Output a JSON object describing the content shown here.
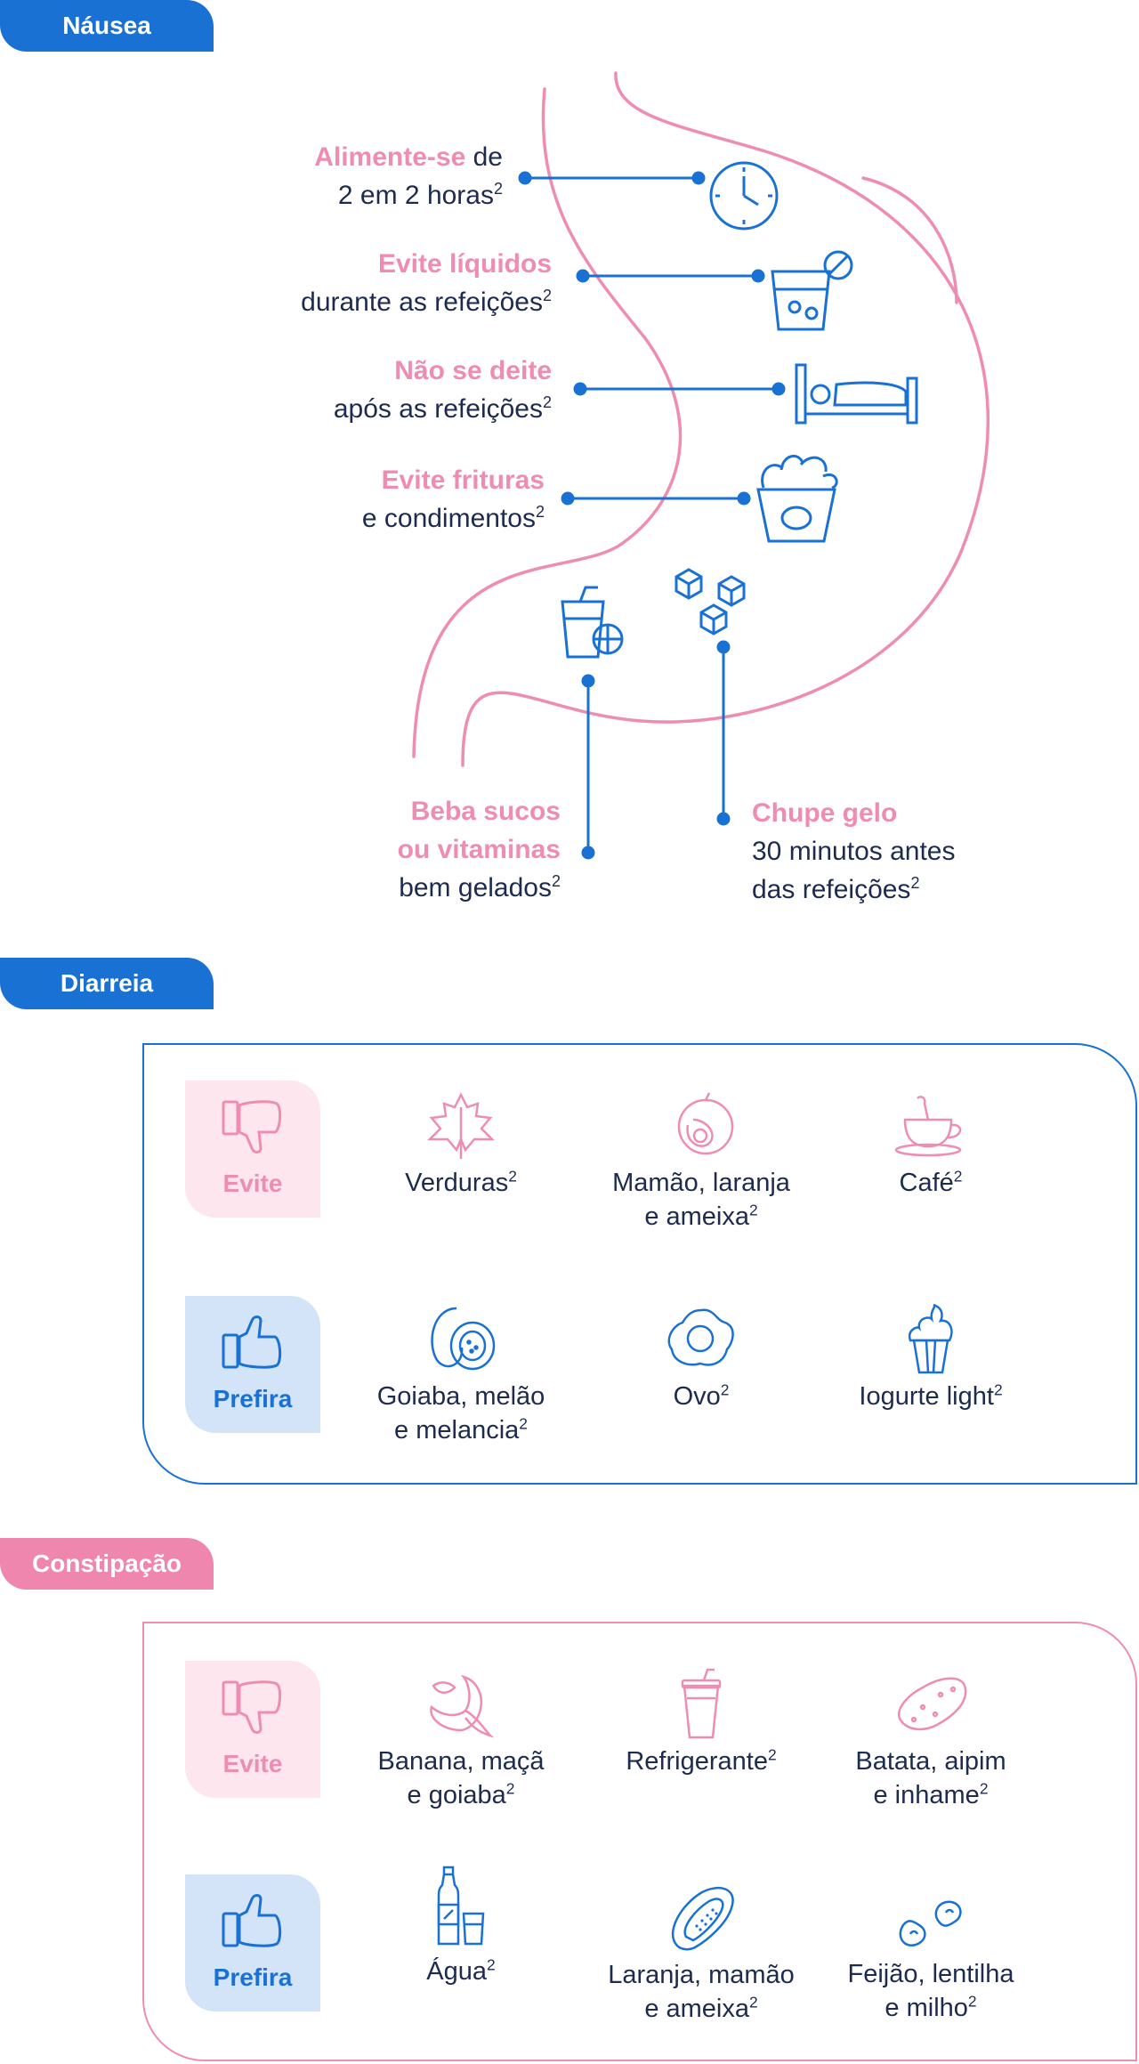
{
  "colors": {
    "blue": "#1971d4",
    "pink": "#ef8cb2",
    "navy": "#1d2b4f"
  },
  "nausea": {
    "tab": "Náusea",
    "tips": [
      {
        "highlight": "Alimente-se",
        "after_highlight": " de",
        "line2": "2 em 2 horas",
        "sup": "2",
        "icon": "clock-icon"
      },
      {
        "highlight": "Evite líquidos",
        "line2": "durante as refeições",
        "sup": "2",
        "icon": "drink-glass-icon"
      },
      {
        "highlight": "Não se deite",
        "line2": "após as refeições",
        "sup": "2",
        "icon": "bed-icon"
      },
      {
        "highlight": "Evite frituras",
        "line2": "e condimentos",
        "sup": "2",
        "icon": "fried-chicken-bucket-icon"
      }
    ],
    "bottom_tips": [
      {
        "highlight1": "Beba sucos",
        "highlight2": "ou vitaminas",
        "line3": "bem gelados",
        "sup": "2",
        "icon": "juice-glass-icon"
      },
      {
        "highlight": "Chupe gelo",
        "line2": "30 minutos antes",
        "line3": "das refeições",
        "sup": "2",
        "icon": "ice-cubes-icon"
      }
    ]
  },
  "diarreia": {
    "tab": "Diarreia",
    "evite_label": "Evite",
    "prefira_label": "Prefira",
    "evite_items": [
      {
        "line1": "Verduras",
        "line2": "",
        "sup": "2",
        "icon": "leaf-icon"
      },
      {
        "line1": "Mamão, laranja",
        "line2": "e ameixa",
        "sup": "2",
        "icon": "plum-icon"
      },
      {
        "line1": "Café",
        "line2": "",
        "sup": "2",
        "icon": "coffee-cup-icon"
      }
    ],
    "prefira_items": [
      {
        "line1": "Goiaba, melão",
        "line2": "e melancia",
        "sup": "2",
        "icon": "guava-icon"
      },
      {
        "line1": "Ovo",
        "line2": "",
        "sup": "2",
        "icon": "fried-egg-icon"
      },
      {
        "line1": "Iogurte light",
        "line2": "",
        "sup": "2",
        "icon": "yogurt-icon"
      }
    ]
  },
  "constipacao": {
    "tab": "Constipação",
    "evite_label": "Evite",
    "prefira_label": "Prefira",
    "evite_items": [
      {
        "line1": "Banana, maçã",
        "line2": "e goiaba",
        "sup": "2",
        "icon": "banana-icon"
      },
      {
        "line1": "Refrigerante",
        "line2": "",
        "sup": "2",
        "icon": "soda-cup-icon"
      },
      {
        "line1": "Batata, aipim",
        "line2": "e inhame",
        "sup": "2",
        "icon": "potato-icon"
      }
    ],
    "prefira_items": [
      {
        "line1": "Água",
        "line2": "",
        "sup": "2",
        "icon": "water-bottle-icon"
      },
      {
        "line1": "Laranja, mamão",
        "line2": "e ameixa",
        "sup": "2",
        "icon": "papaya-icon"
      },
      {
        "line1": "Feijão, lentilha",
        "line2": "e milho",
        "sup": "2",
        "icon": "beans-icon"
      }
    ]
  }
}
